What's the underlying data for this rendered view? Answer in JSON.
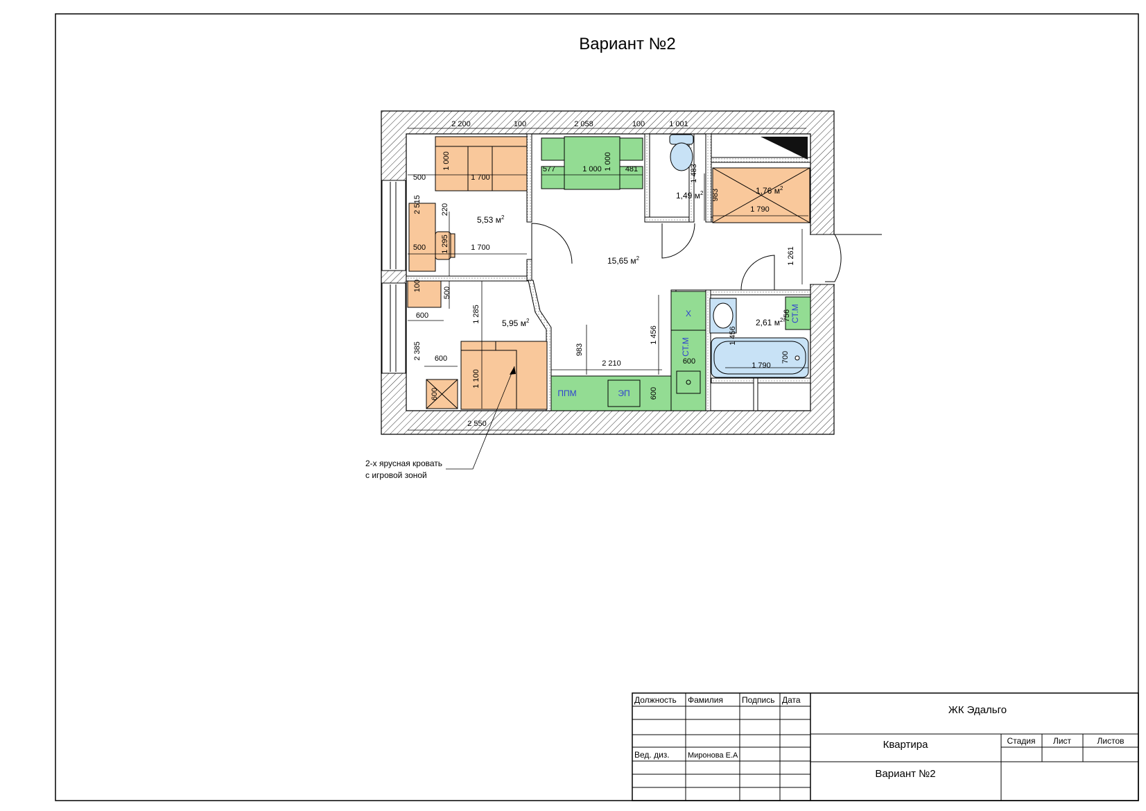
{
  "sheet": {
    "title": "Вариант №2"
  },
  "rooms": {
    "room_1": "5,53 м",
    "room_2": "5,95 м",
    "room_3": "15,65 м",
    "room_4": "1,49 м",
    "room_5": "1,76 м",
    "room_6": "2,61 м",
    "sup": "2"
  },
  "dimensions": {
    "top_2200": "2 200",
    "top_100a": "100",
    "top_2058": "2 058",
    "top_100b": "100",
    "top_1001": "1 001",
    "bed_1000": "1 000",
    "bed_1700": "1 700",
    "left_500a": "500",
    "d_220": "220",
    "d_2515": "2 515",
    "desk_500": "500",
    "desk_1295": "1 295",
    "desk_1700": "1 700",
    "d_100": "100",
    "d_500": "500",
    "d_600a": "600",
    "d_1285": "1 285",
    "d_2385": "2 385",
    "d_600b": "600",
    "d_1100": "1 100",
    "d_600c": "600",
    "bot_2550": "2 550",
    "din_577": "577",
    "din_1000a": "1 000",
    "din_1000b": "1 000",
    "din_481": "481",
    "wc_1483": "1 483",
    "cl_983": "983",
    "cl_1790": "1 790",
    "hall_1261": "1 261",
    "k_983": "983",
    "k_2210": "2 210",
    "k_1456": "1 456",
    "k_600": "600",
    "b_600": "600",
    "b_1456": "1 456",
    "b_756": "756",
    "b_700": "700",
    "b_1790": "1 790"
  },
  "appliances": {
    "ppm": "ППМ",
    "ep": "ЭП",
    "fridge": "Х",
    "washer_a": "СТ.М",
    "washer_b": "СТ.М"
  },
  "callout": {
    "line1": "2-х ярусная кровать",
    "line2": "с игровой зоной"
  },
  "titleblock": {
    "col_position": "Должность",
    "col_name": "Фамилия",
    "col_sign": "Подпись",
    "col_date": "Дата",
    "row_role": "Вед. диз.",
    "row_person": "Миронова Е.А",
    "project": "ЖК Эдальго",
    "object": "Квартира",
    "sheet_name": "Вариант №2",
    "stage": "Стадия",
    "sheet": "Лист",
    "sheets": "Листов"
  },
  "colors": {
    "furniture": "#f9c89b",
    "kitchen": "#93dc93",
    "sanitary": "#c8e2f6",
    "appliance_text": "#2e3fd0"
  }
}
